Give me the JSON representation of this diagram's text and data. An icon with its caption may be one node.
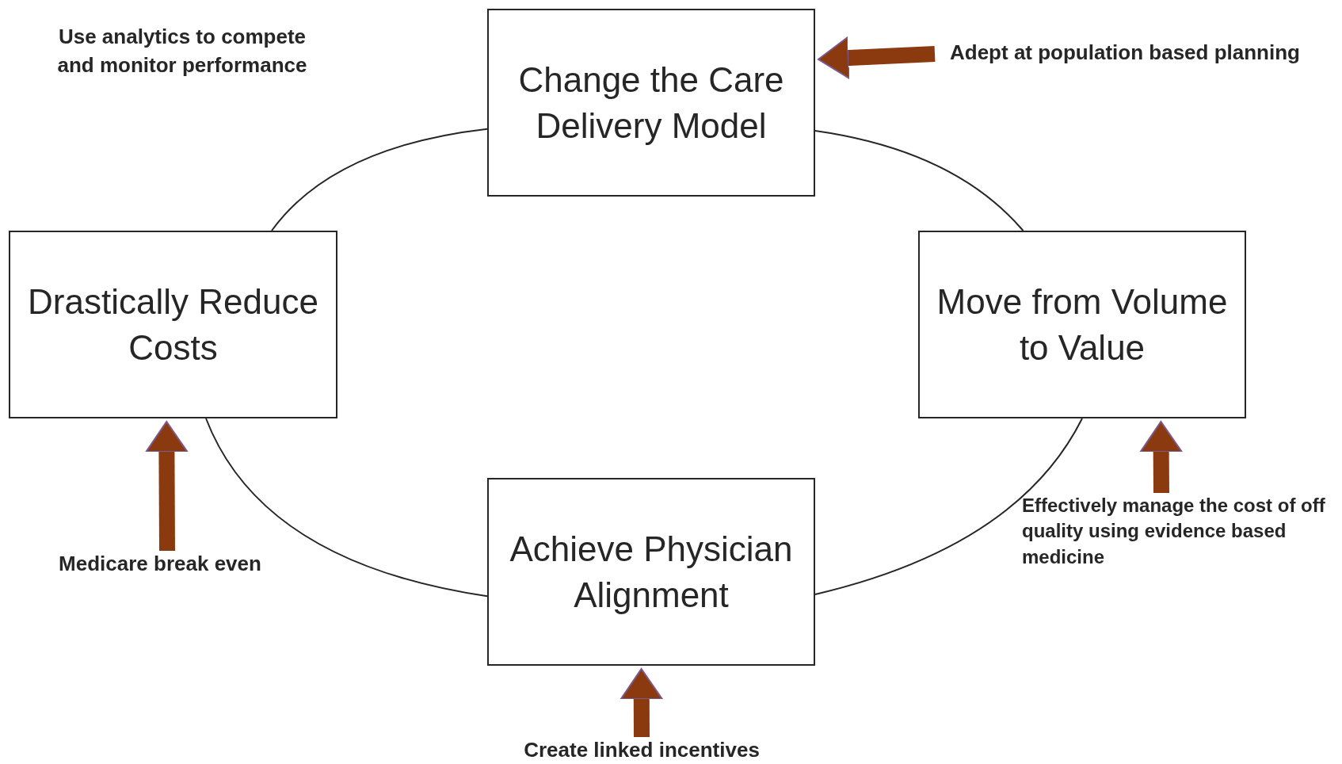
{
  "diagram": {
    "nodes": [
      {
        "text": [
          "Change the Care Delivery Model"
        ]
      },
      {
        "text": [
          "Move from Volume to Value"
        ]
      },
      {
        "text": [
          "Achieve Physician Alignment"
        ]
      },
      {
        "text": [
          "Drastically Reduce Costs"
        ]
      },
      {
        "text": [
          "Adept at population based planning"
        ]
      },
      {
        "text": [
          "Effectively manage the cost of off quality using evidence based medicine"
        ]
      },
      {
        "text": [
          "Create linked incentives"
        ]
      },
      {
        "text": [
          "Medicare break even"
        ]
      }
    ],
    "edges": [
      {
        "from": 0,
        "to": 1,
        "arrow": "none"
      },
      {
        "from": 1,
        "to": 2,
        "arrow": "none"
      },
      {
        "from": 2,
        "to": 3,
        "arrow": "none"
      },
      {
        "from": 3,
        "to": 0,
        "arrow": "none"
      },
      {
        "from": 4,
        "to": 0,
        "arrow": "to",
        "style": "thick",
        "color": "#8b3a0f"
      },
      {
        "from": 5,
        "to": 1,
        "arrow": "to",
        "style": "thick",
        "color": "#8b3a0f"
      },
      {
        "from": 6,
        "to": 2,
        "arrow": "to",
        "style": "thick",
        "color": "#8b3a0f"
      },
      {
        "from": 7,
        "to": 3,
        "arrow": "to",
        "style": "thick",
        "color": "#8b3a0f"
      }
    ],
    "labels": [
      "Use analytics to compete and monitor performance"
    ]
  }
}
